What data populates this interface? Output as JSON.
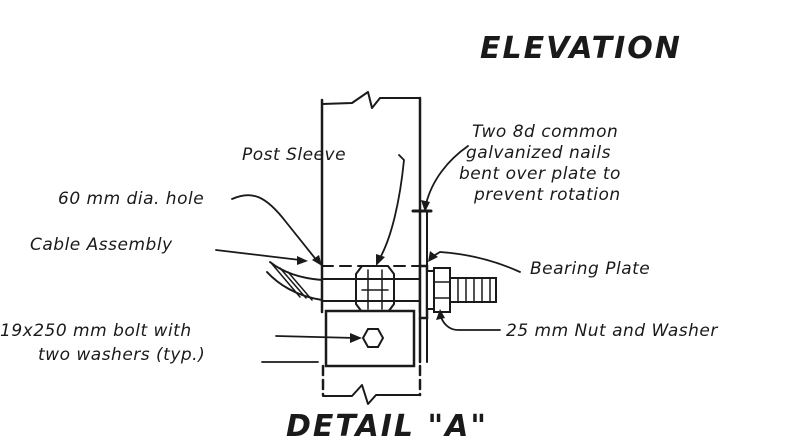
{
  "header": {
    "title": "ELEVATION"
  },
  "labels": {
    "post_sleeve": "Post Sleeve",
    "nails_1": "Two 8d common",
    "nails_2": "galvanized nails",
    "nails_3": "bent over plate to",
    "nails_4": "prevent rotation",
    "hole": "60 mm dia. hole",
    "cable": "Cable Assembly",
    "bearing_plate": "Bearing Plate",
    "nut_washer": "25 mm Nut and Washer",
    "bolt_1": "19x250 mm bolt with",
    "bolt_2": "two washers (typ.)"
  },
  "footer": {
    "caption": "DETAIL \"A\""
  }
}
